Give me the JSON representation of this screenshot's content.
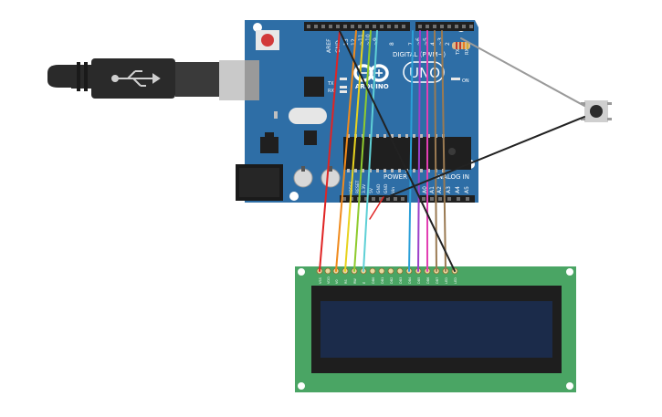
{
  "arduino": {
    "pin_labels": {
      "aref": "AREF",
      "gnd": "GND",
      "d13": "13",
      "d12": "12",
      "d11": "~11",
      "d10": "~10",
      "d9": "~9",
      "d8": "8",
      "d7": "7",
      "d6": "~6",
      "d5": "~5",
      "d4": "4",
      "d3": "~3",
      "d2": "2",
      "tx1": "TX→1",
      "rx0": "RX←0"
    },
    "digital_label": "DIGITAL (PWM~)",
    "brand": "ARDUINO",
    "model": "UNO",
    "on_label": "ON",
    "tx_label": "TX",
    "rx_label": "RX",
    "power_label": "POWER",
    "analog_label": "ANALOG IN",
    "power_pins": [
      "IOREF",
      "RESET",
      "3.3V",
      "5V",
      "GND",
      "GND",
      "Vin"
    ],
    "analog_pins": [
      "A0",
      "A1",
      "A2",
      "A3",
      "A4",
      "A5"
    ],
    "colors": {
      "board": "#2e6ea6",
      "board_dark": "#1f5384",
      "header": "#1f1f1f",
      "text": "#ffffff"
    }
  },
  "usb": {
    "colors": {
      "cable": "#2a2a2a",
      "plug": "#c9c9c9"
    }
  },
  "lcd": {
    "pin_labels": [
      "VSS",
      "VDD",
      "V0",
      "RS",
      "RW",
      "E",
      "DB0",
      "DB1",
      "DB2",
      "DB3",
      "DB4",
      "DB5",
      "DB6",
      "DB7",
      "LED",
      "LED"
    ],
    "colors": {
      "pcb": "#4aa564",
      "bezel": "#1e1e1e",
      "screen": "#1b2b4a"
    }
  },
  "wire_colors": {
    "red": "#e02424",
    "orange": "#f08a1c",
    "yellow": "#e8d31e",
    "green": "#8fcb2e",
    "cyan": "#5fd0d6",
    "blue": "#2a9fd8",
    "purple": "#9b3fc9",
    "magenta": "#e23fb3",
    "brown": "#9a7a52",
    "black": "#222222",
    "gray": "#9a9a9a"
  },
  "components": {
    "button_color": "#2b2b2b",
    "resistor_color": "#d8b98a"
  }
}
